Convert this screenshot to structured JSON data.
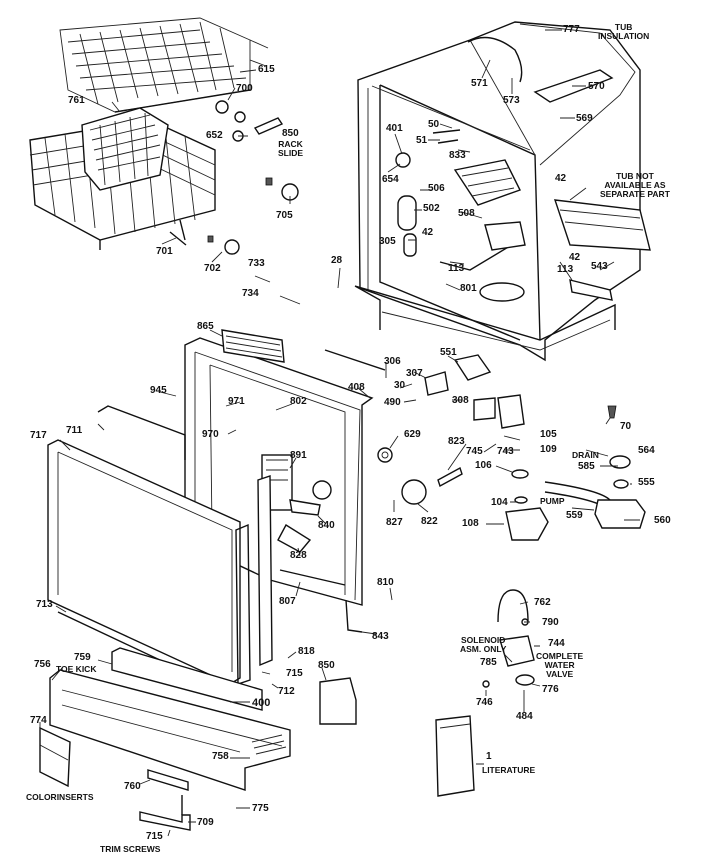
{
  "part_numbers": {
    "p777": "777",
    "p571": "571",
    "p573": "573",
    "p570": "570",
    "p569": "569",
    "p615": "615",
    "p700": "700",
    "p761": "761",
    "p652": "652",
    "p850a": "850",
    "p401": "401",
    "p50": "50",
    "p51": "51",
    "p833": "833",
    "p654": "654",
    "p506": "506",
    "p502": "502",
    "p508": "508",
    "p42a": "42",
    "p42b": "42",
    "p42c": "42",
    "p705": "705",
    "p305": "305",
    "p113a": "113",
    "p801": "801",
    "p113b": "113",
    "p543": "543",
    "p701": "701",
    "p702": "702",
    "p733": "733",
    "p28": "28",
    "p734": "734",
    "p865": "865",
    "p551": "551",
    "p306": "306",
    "p307": "307",
    "p30": "30",
    "p408": "408",
    "p490": "490",
    "p308": "308",
    "p945": "945",
    "p971": "971",
    "p802": "802",
    "p70": "70",
    "p970": "970",
    "p717": "717",
    "p711": "711",
    "p629": "629",
    "p105": "105",
    "p823": "823",
    "p745": "745",
    "p743": "743",
    "p109": "109",
    "p564": "564",
    "p585": "585",
    "p555": "555",
    "p106": "106",
    "p891": "891",
    "p104": "104",
    "p827": "827",
    "p822": "822",
    "p108": "108",
    "p559": "559",
    "p560": "560",
    "p840": "840",
    "p828": "828",
    "p810": "810",
    "p807": "807",
    "p713": "713",
    "p762": "762",
    "p790": "790",
    "p843": "843",
    "p744": "744",
    "p818": "818",
    "p759": "759",
    "p785": "785",
    "p756": "756",
    "p715a": "715",
    "p850b": "850",
    "p776": "776",
    "p712": "712",
    "p400": "400",
    "p746": "746",
    "p484": "484",
    "p774": "774",
    "p758": "758",
    "p1": "1",
    "p760": "760",
    "p775": "775",
    "p715b": "715",
    "p709": "709"
  },
  "captions": {
    "tub_insulation": [
      "TUB",
      "INSULATION"
    ],
    "rack_slide": [
      "RACK",
      "SLIDE"
    ],
    "tub_not_available": [
      "TUB NOT",
      "AVAILABLE AS",
      "SEPARATE PART"
    ],
    "drain": "DRAIN",
    "pump": "PUMP",
    "toe_kick": "TOE KICK",
    "solenoid": [
      "SOLENOID",
      "ASM. ONLY"
    ],
    "complete_water_valve": [
      "COMPLETE",
      "WATER",
      "VALVE"
    ],
    "literature": "LITERATURE",
    "color_inserts": "COLORINSERTS",
    "trim_screws": "TRIM SCREWS"
  }
}
